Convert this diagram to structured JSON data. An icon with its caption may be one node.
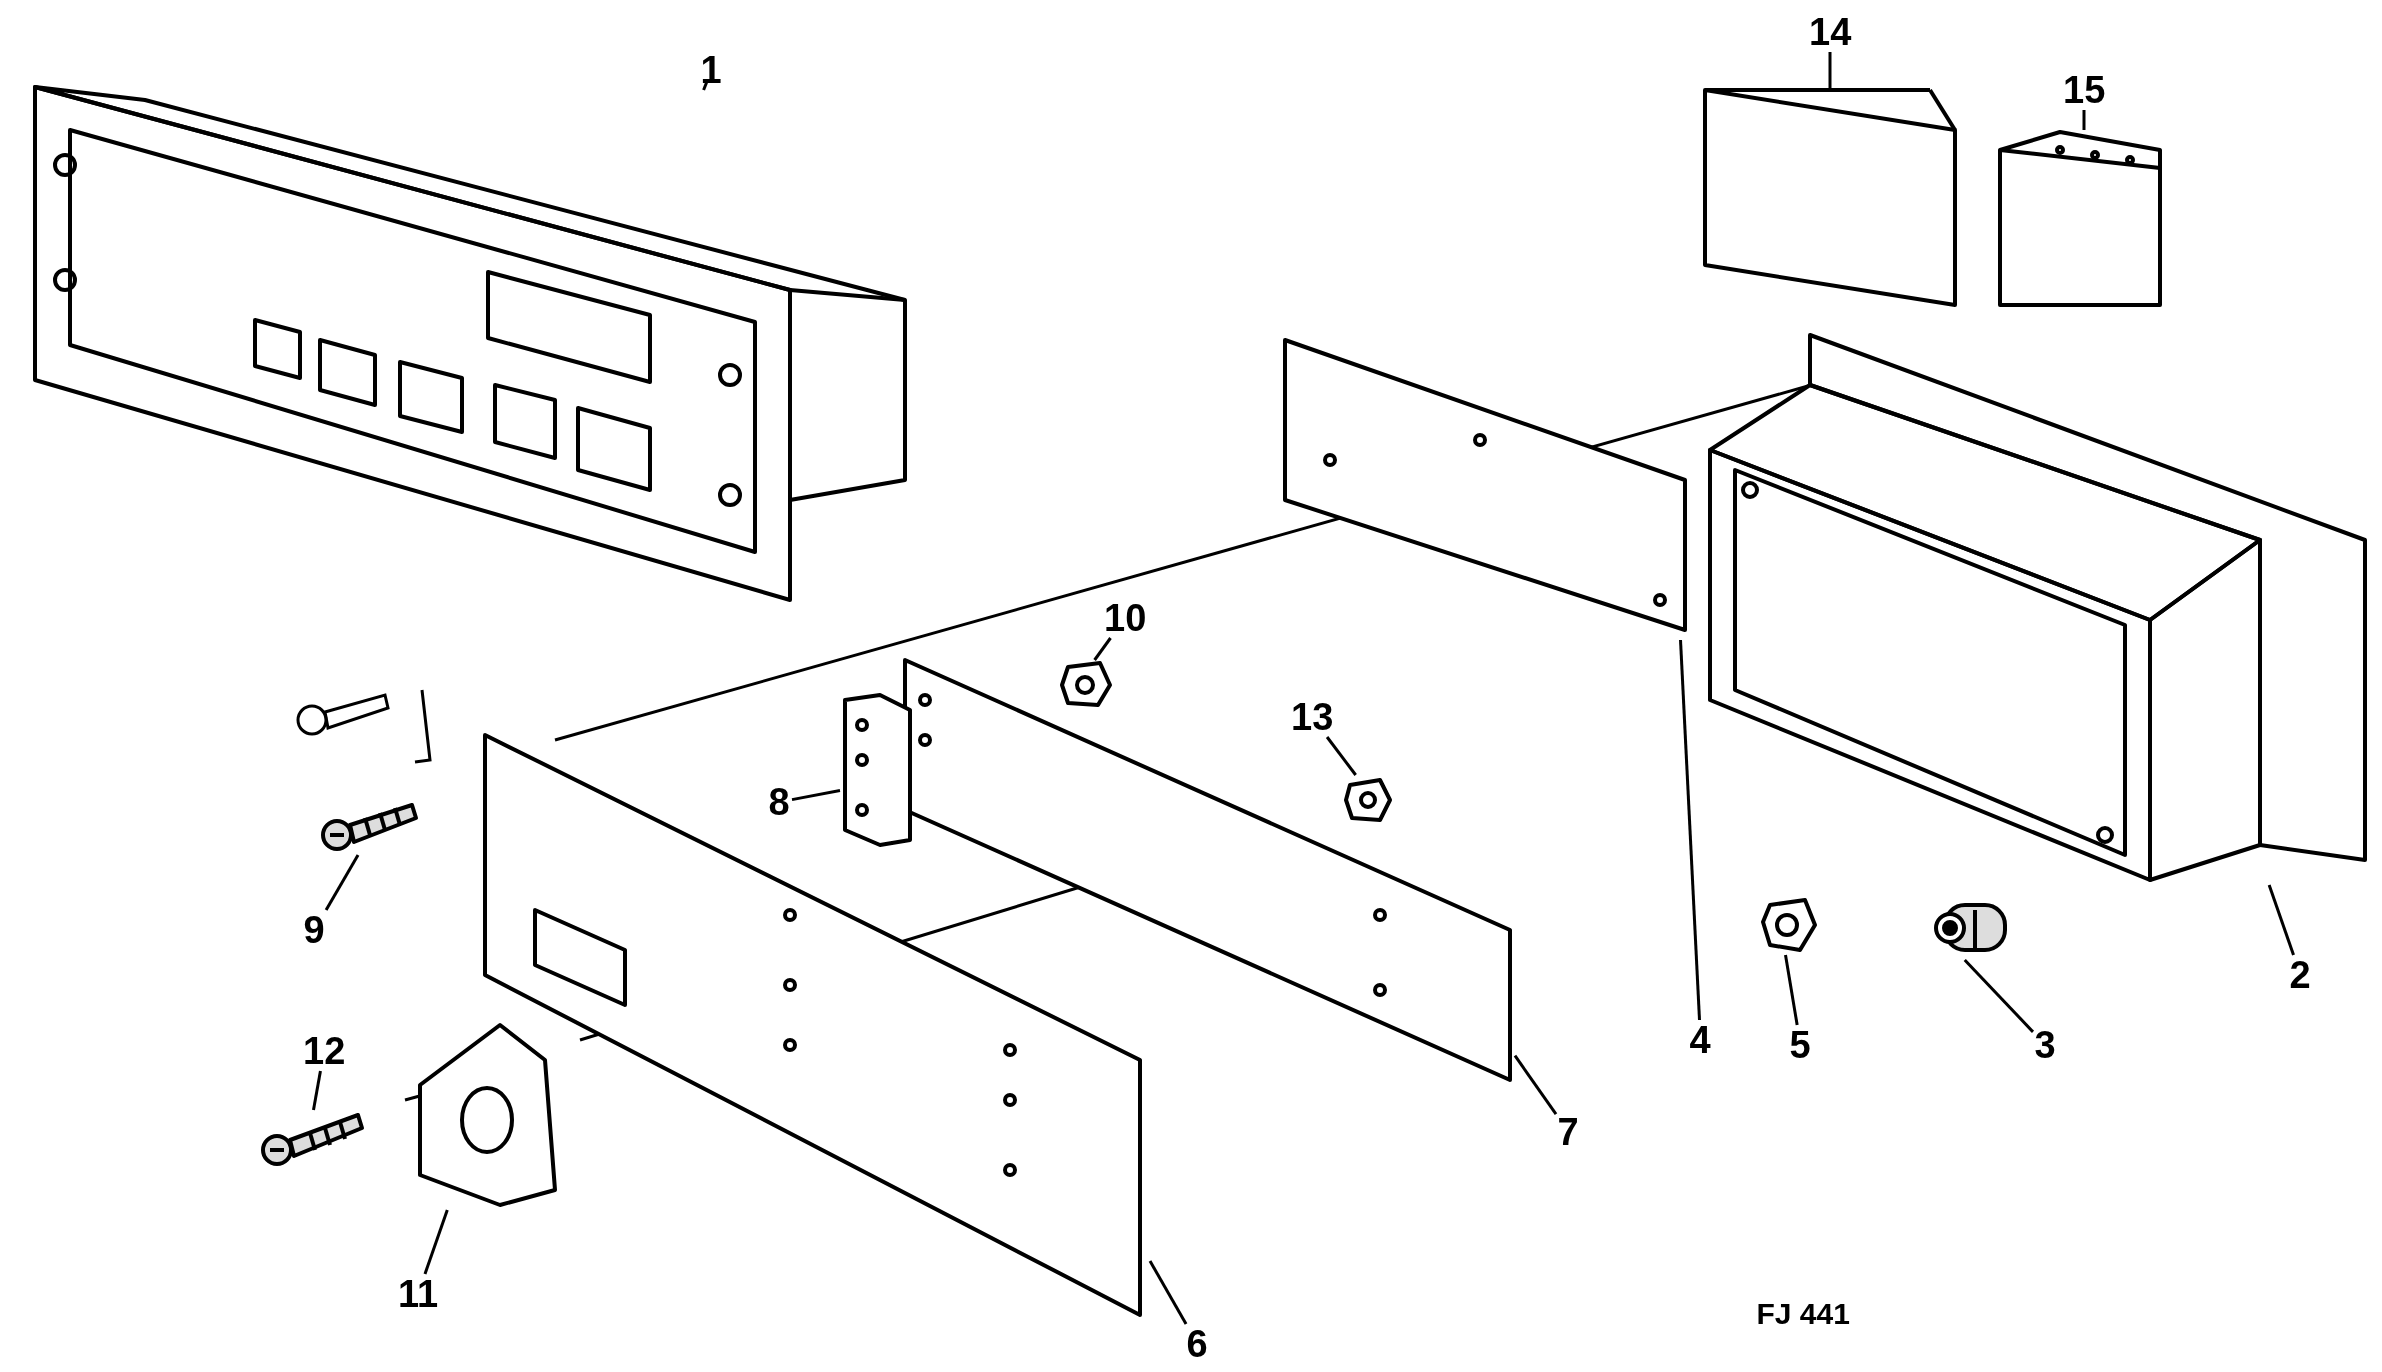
{
  "diagram": {
    "nodes": [
      {
        "text": [
          "1"
        ]
      },
      {
        "text": [
          "2"
        ]
      },
      {
        "text": [
          "3"
        ]
      },
      {
        "text": [
          "4"
        ]
      },
      {
        "text": [
          "5"
        ]
      },
      {
        "text": [
          "6"
        ]
      },
      {
        "text": [
          "7"
        ]
      },
      {
        "text": [
          "8"
        ]
      },
      {
        "text": [
          "9"
        ]
      },
      {
        "text": [
          "10"
        ]
      },
      {
        "text": [
          "11"
        ]
      },
      {
        "text": [
          "12"
        ]
      },
      {
        "text": [
          "13"
        ]
      },
      {
        "text": [
          "14"
        ]
      },
      {
        "text": [
          "15"
        ]
      },
      {
        "text": [],
        "shape": "picture"
      },
      {
        "text": [],
        "shape": "picture"
      },
      {
        "text": [],
        "shape": "picture"
      },
      {
        "text": [],
        "shape": "picture"
      },
      {
        "text": [],
        "shape": "picture"
      },
      {
        "text": [],
        "shape": "picture"
      },
      {
        "text": [],
        "shape": "picture"
      },
      {
        "text": [],
        "shape": "picture"
      },
      {
        "text": [],
        "shape": "picture"
      },
      {
        "text": [],
        "shape": "picture"
      },
      {
        "text": [],
        "shape": "picture"
      },
      {
        "text": [],
        "shape": "picture"
      },
      {
        "text": [],
        "shape": "picture"
      },
      {
        "text": [],
        "shape": "picture"
      },
      {
        "text": [],
        "shape": "picture"
      }
    ],
    "edges": [
      {
        "from": 0,
        "to": 15,
        "arrow": "none"
      },
      {
        "from": 1,
        "to": 16,
        "arrow": "none"
      },
      {
        "from": 2,
        "to": 17,
        "arrow": "none"
      },
      {
        "from": 3,
        "to": 18,
        "arrow": "none"
      },
      {
        "from": 4,
        "to": 19,
        "arrow": "none"
      },
      {
        "from": 5,
        "to": 20,
        "arrow": "none"
      },
      {
        "from": 6,
        "to": 21,
        "arrow": "none"
      },
      {
        "from": 7,
        "to": 22,
        "arrow": "none"
      },
      {
        "from": 8,
        "to": 23,
        "arrow": "none"
      },
      {
        "from": 9,
        "to": 24,
        "arrow": "none"
      },
      {
        "from": 10,
        "to": 25,
        "arrow": "none"
      },
      {
        "from": 11,
        "to": 26,
        "arrow": "none"
      },
      {
        "from": 12,
        "to": 27,
        "arrow": "none"
      },
      {
        "from": 13,
        "to": 28,
        "arrow": "none"
      },
      {
        "from": 14,
        "to": 29,
        "arrow": "none"
      }
    ],
    "labels": [
      "FJ 441"
    ]
  }
}
